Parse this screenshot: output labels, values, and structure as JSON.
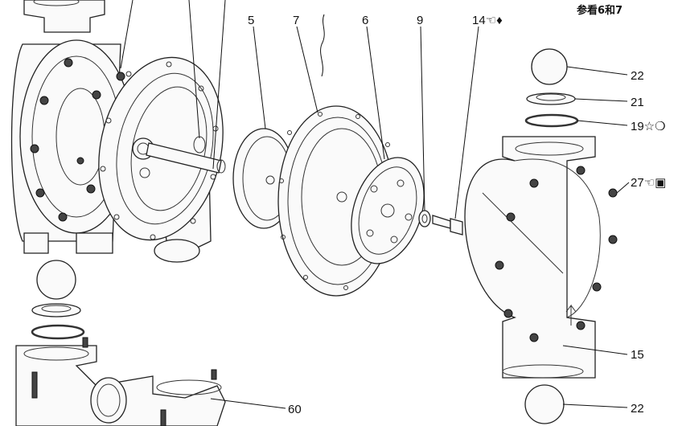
{
  "figure": {
    "note_top_right": "参看6和7",
    "callouts": [
      {
        "id": "5",
        "text": "5"
      },
      {
        "id": "7",
        "text": "7"
      },
      {
        "id": "6",
        "text": "6"
      },
      {
        "id": "9",
        "text": "9"
      },
      {
        "id": "14",
        "text": "14☜♦"
      },
      {
        "id": "22a",
        "text": "22"
      },
      {
        "id": "21",
        "text": "21"
      },
      {
        "id": "19",
        "text": "19☆❍"
      },
      {
        "id": "27",
        "text": "27☜▣"
      },
      {
        "id": "15",
        "text": "15"
      },
      {
        "id": "22b",
        "text": "22"
      },
      {
        "id": "60",
        "text": "60"
      }
    ]
  }
}
